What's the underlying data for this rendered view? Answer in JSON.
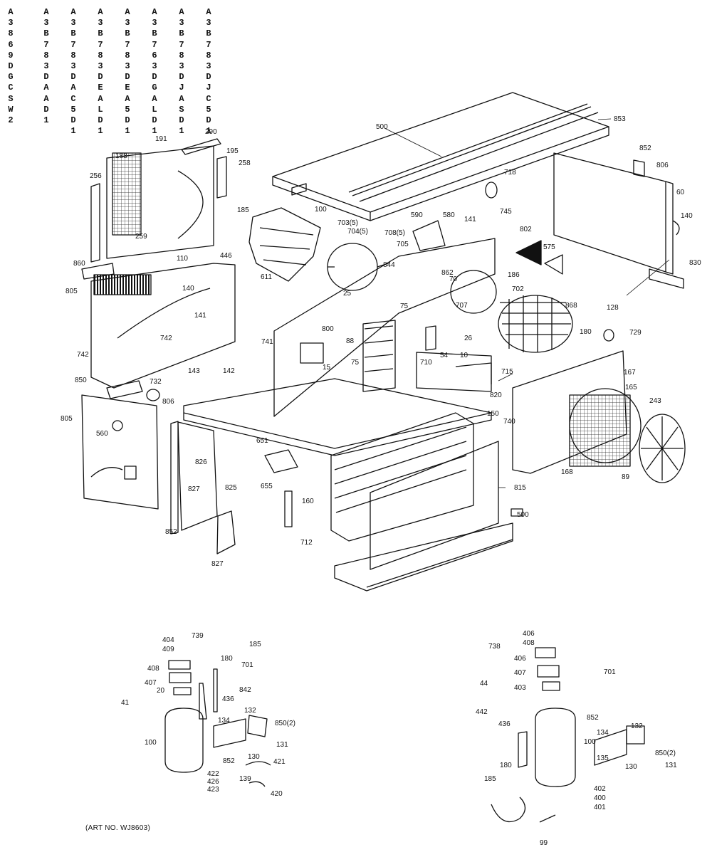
{
  "model_numbers": [
    "A3869DGCSW2",
    "A3B783DAAD1",
    "A3B783DAC5D1",
    "A3B783DEALD1",
    "A3B783DEA5D1",
    "A3B763DGALD1",
    "A3B783DJASD1",
    "A3B783DJC5D1"
  ],
  "art_number": "(ART NO. WJ8603)",
  "callouts": {
    "c853": "853",
    "c500": "500",
    "c852": "852",
    "c806": "806",
    "c60": "60",
    "c140": "140",
    "c830": "830",
    "c718": "718",
    "c745": "745",
    "c802": "802",
    "c575": "575",
    "c590": "590",
    "c580": "580",
    "c141": "141",
    "c191": "191",
    "c290": "290",
    "c195": "195",
    "c188": "188",
    "c258": "258",
    "c256": "256",
    "c259": "259",
    "c185": "185",
    "c100": "100",
    "c703": "703(5)",
    "c704": "704(5)",
    "c708": "708(5)",
    "c705": "705",
    "c25": "25",
    "c844": "844",
    "c862": "862",
    "c186": "186",
    "c860": "860",
    "c110": "110",
    "c446": "446",
    "c805a": "805",
    "c140b": "140",
    "c741": "741",
    "c611": "611",
    "c742": "742",
    "c141b": "141",
    "c742b": "742",
    "c143": "143",
    "c142": "142",
    "c850": "850",
    "c732": "732",
    "c805b": "805",
    "c806b": "806",
    "c805c": "805",
    "c560": "560",
    "c826": "826",
    "c827": "827",
    "c825": "825",
    "c852b": "852",
    "c827b": "827",
    "c651": "651",
    "c655": "655",
    "c160": "160",
    "c712": "712",
    "c150": "150",
    "c740": "740",
    "c815": "815",
    "c500b": "500",
    "c167": "167",
    "c165": "165",
    "c243": "243",
    "c89": "89",
    "c168": "168",
    "c128": "128",
    "c729": "729",
    "c868": "868",
    "c180": "180",
    "c702": "702",
    "c70": "70",
    "c707": "707",
    "c75": "75",
    "c800": "800",
    "c88": "88",
    "c15": "15",
    "c54": "54",
    "c10": "10",
    "c715": "715",
    "c820": "820",
    "c710": "710",
    "c26": "26",
    "c75b": "75"
  },
  "compressor_left": {
    "c404": "404",
    "c409": "409",
    "c408": "408",
    "c407": "407",
    "c20": "20",
    "c41": "41",
    "c100": "100",
    "c739": "739",
    "c185": "185",
    "c180": "180",
    "c701": "701",
    "c842": "842",
    "c436": "436",
    "c132": "132",
    "c134": "134",
    "c850": "850(2)",
    "c130": "130",
    "c131": "131",
    "c852": "852",
    "c422": "422",
    "c426": "426",
    "c423": "423",
    "c139": "139",
    "c421": "421",
    "c420": "420"
  },
  "compressor_right": {
    "c406a": "406",
    "c408": "408",
    "c406b": "406",
    "c407": "407",
    "c403": "403",
    "c738": "738",
    "c44": "44",
    "c442": "442",
    "c436": "436",
    "c701": "701",
    "c852": "852",
    "c132": "132",
    "c134": "134",
    "c100": "100",
    "c850": "850(2)",
    "c135": "135",
    "c130": "130",
    "c131": "131",
    "c180": "180",
    "c185": "185",
    "c402": "402",
    "c400": "400",
    "c401": "401",
    "c99": "99"
  }
}
